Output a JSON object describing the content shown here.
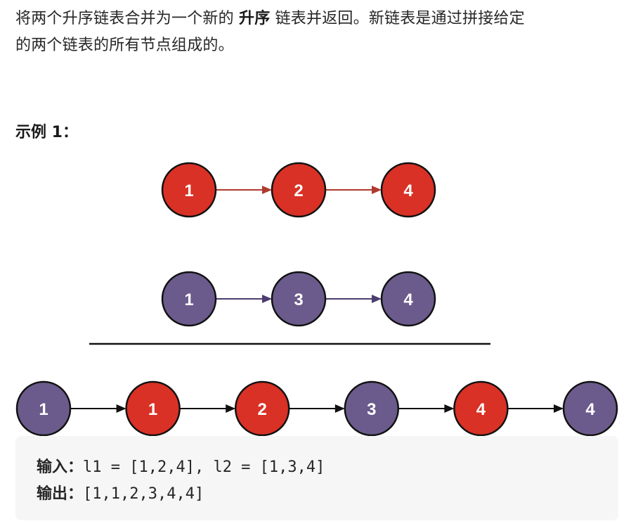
{
  "intro": {
    "line1_before": "将两个升序链表合并为一个新的 ",
    "line1_bold": "升序",
    "line1_after": " 链表并返回。新链表是通过拼接给定",
    "line2": "的两个链表的所有节点组成的。"
  },
  "example": {
    "title": "示例 1：",
    "list1": [
      "1",
      "2",
      "4"
    ],
    "list2": [
      "1",
      "3",
      "4"
    ],
    "merged": [
      {
        "value": "1",
        "source": "list2"
      },
      {
        "value": "1",
        "source": "list1"
      },
      {
        "value": "2",
        "source": "list1"
      },
      {
        "value": "3",
        "source": "list2"
      },
      {
        "value": "4",
        "source": "list1"
      },
      {
        "value": "4",
        "source": "list2"
      }
    ],
    "colors": {
      "list1": "#d93125",
      "list2": "#6b5b8c",
      "stroke": "#111111",
      "arrow_list1": "#b03a2e",
      "arrow_list2": "#4b3d70",
      "arrow_merged": "#111111"
    }
  },
  "code": {
    "input_label": "输入：",
    "input_value": "l1 = [1,2,4], l2 = [1,3,4]",
    "output_label": "输出：",
    "output_value": "[1,1,2,3,4,4]"
  }
}
